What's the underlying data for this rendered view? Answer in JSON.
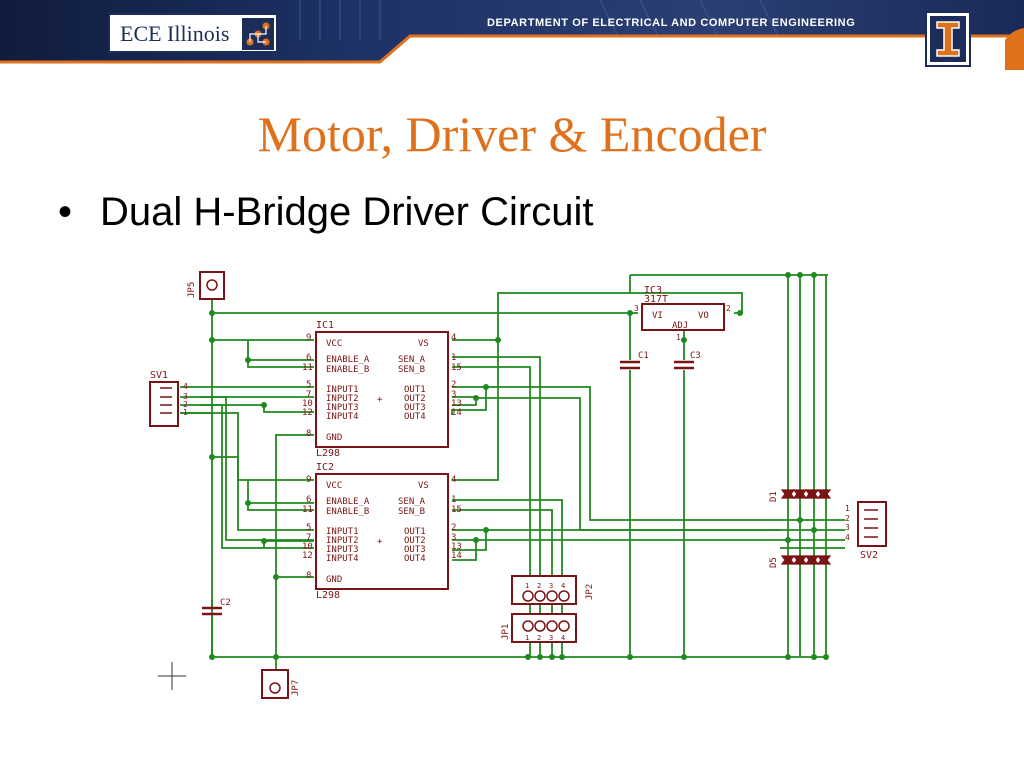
{
  "header": {
    "logo_text": "ECE Illinois",
    "department": "DEPARTMENT OF ELECTRICAL AND COMPUTER ENGINEERING",
    "colors": {
      "navy": "#1c2d5a",
      "orange": "#e0711c",
      "wire": "#1f8a1f",
      "part": "#7a1414"
    }
  },
  "slide": {
    "title": "Motor, Driver & Encoder",
    "bullet_symbol": "•",
    "bullet": "Dual H-Bridge Driver Circuit"
  },
  "schematic": {
    "ic1": {
      "name": "IC1",
      "part": "L298",
      "left_pins": [
        "9",
        "6",
        "11",
        "5",
        "7",
        "10",
        "12",
        "8"
      ],
      "left_labels": [
        "VCC",
        "ENABLE_A",
        "ENABLE_B",
        "INPUT1",
        "INPUT2",
        "INPUT3",
        "INPUT4",
        "GND"
      ],
      "right_pins": [
        "4",
        "1",
        "15",
        "2",
        "3",
        "13",
        "14"
      ],
      "right_labels": [
        "VS",
        "SEN_A",
        "SEN_B",
        "OUT1",
        "OUT2",
        "OUT3",
        "OUT4"
      ]
    },
    "ic2": {
      "name": "IC2",
      "part": "L298",
      "left_pins": [
        "9",
        "6",
        "11",
        "5",
        "7",
        "10",
        "12",
        "8"
      ],
      "left_labels": [
        "VCC",
        "ENABLE_A",
        "ENABLE_B",
        "INPUT1",
        "INPUT2",
        "INPUT3",
        "INPUT4",
        "GND"
      ],
      "right_pins": [
        "4",
        "1",
        "15",
        "2",
        "3",
        "13",
        "14"
      ],
      "right_labels": [
        "VS",
        "SEN_A",
        "SEN_B",
        "OUT1",
        "OUT2",
        "OUT3",
        "OUT4"
      ]
    },
    "ic3": {
      "name": "IC3",
      "part": "317T",
      "vi": "VI",
      "vo": "VO",
      "adj": "ADJ",
      "pin_in": "3",
      "pin_out": "2",
      "pin_adj": "1"
    },
    "jp5": "JP5",
    "jp7": "JP7",
    "jp1": {
      "name": "JP1",
      "pins": [
        "1",
        "2",
        "3",
        "4"
      ]
    },
    "jp2": {
      "name": "JP2",
      "pins": [
        "1",
        "2",
        "3",
        "4"
      ]
    },
    "sv1": {
      "name": "SV1",
      "pins": [
        "4",
        "3",
        "2",
        "1"
      ]
    },
    "sv2": {
      "name": "SV2",
      "pins": [
        "1",
        "2",
        "3",
        "4"
      ]
    },
    "c1": "C1",
    "c2": "C2",
    "c3": "C3",
    "d1": "D1",
    "d5": "D5",
    "plus": "+"
  }
}
